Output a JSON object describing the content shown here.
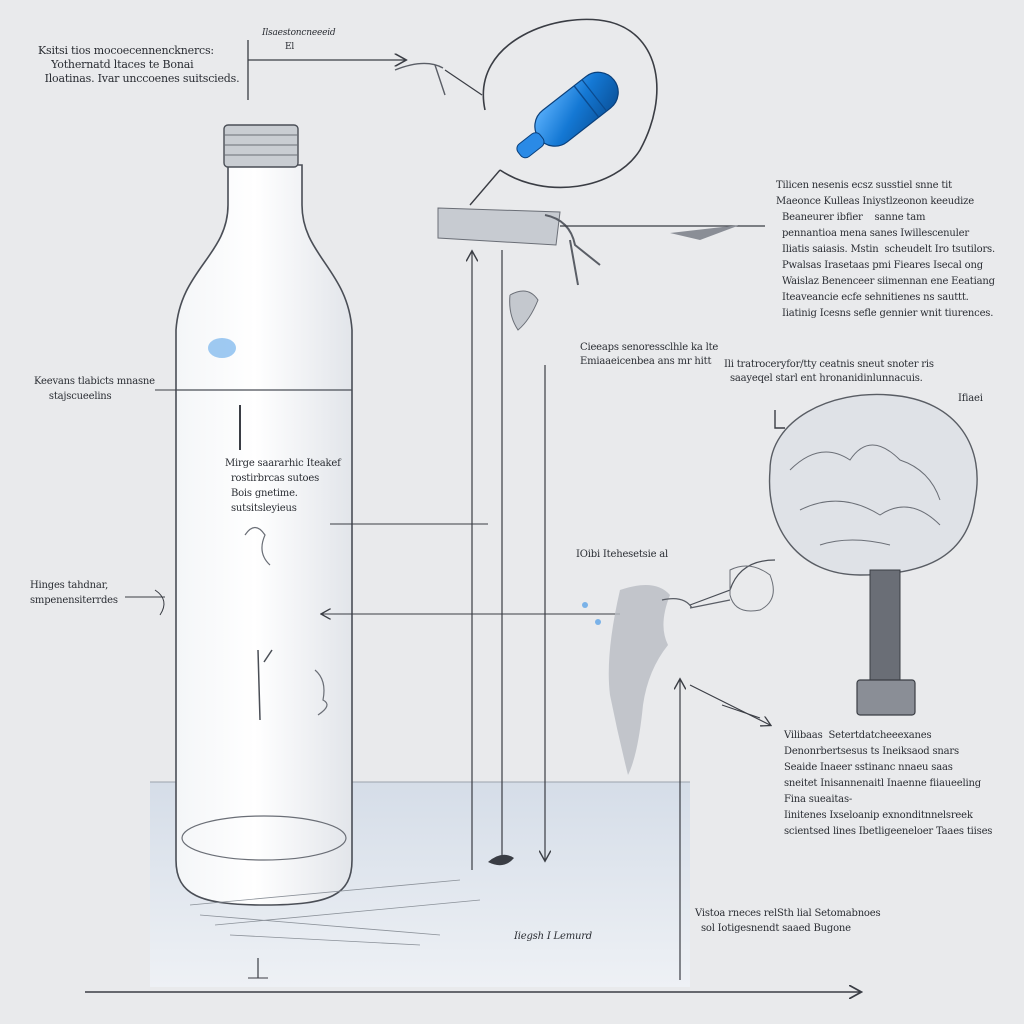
{
  "labels": {
    "top_left": "Ksitsi tios mocoecennencknercs:\n    Yothernatd ltaces te Bonai\n  Iloatinas. Ivar unccoenes suitscieds.",
    "top_center_a": "Ilsaestoncneeeid",
    "top_center_b": "El",
    "right_block_1": "Tilicen nesenis ecsz susstiel snne tit\nMaeonce Kulleas Iniystlzeonon keeudize\n  Beaneurer ibfier    sanne tam\n  pennantioa mena sanes Iwillescenuler\n  Iliatis saiasis. Mstin  scheudelt Iro tsutilors.\n  Pwalsas Irasetaas pmi Fieares Isecal ong\n  Waislaz Benenceer siimennan ene Eeatiang\n  Iteaveancie ecfe sehnitienes ns sauttt.\n  Iiatinig Icesns sefle gennier wnit tiurences.",
    "right_mid": "Ili tratroceryfor/tty ceatnis sneut snoter ris\n  saayeqel starl ent hronanidinlunnacuis.",
    "right_tree_tag": "Ifiaei",
    "center_top": "Cieeaps senoressclhle ka lte\nEmiaaeicenbea ans mr hitt",
    "left_upper": "Keevans tlabicts mnasne\n     stajscueelins",
    "bottle_inner": "Mirge saararhic Iteakef\n  rostirbrcas sutoes\n  Bois gnetime.\n  sutsitsleyieus",
    "left_lower": "Hinges tahdnar,\nsmpenensiterrdes",
    "center_mid": "IOibi Itehesetsie al",
    "right_lower": "Vilibaas  Setertdatcheeexanes\nDenonrbertsesus ts Ineiksaod snars\nSeaide Inaeer sstinanc nnaeu saas\nsneitet Inisannenaitl Inaenne fiiaueeling\nFina sueaitas-\nIinitenes Ixseloanip exnonditnnelsreek\nscientsed lines Ibetligeeneloer Taaes tiises",
    "bottom_center": "Vistoa rneces relSth lial Setomabnoes\n  sol Iotigesnendt saaed Bugone",
    "bottom_tag": "Iiegsh I Lemurd"
  }
}
